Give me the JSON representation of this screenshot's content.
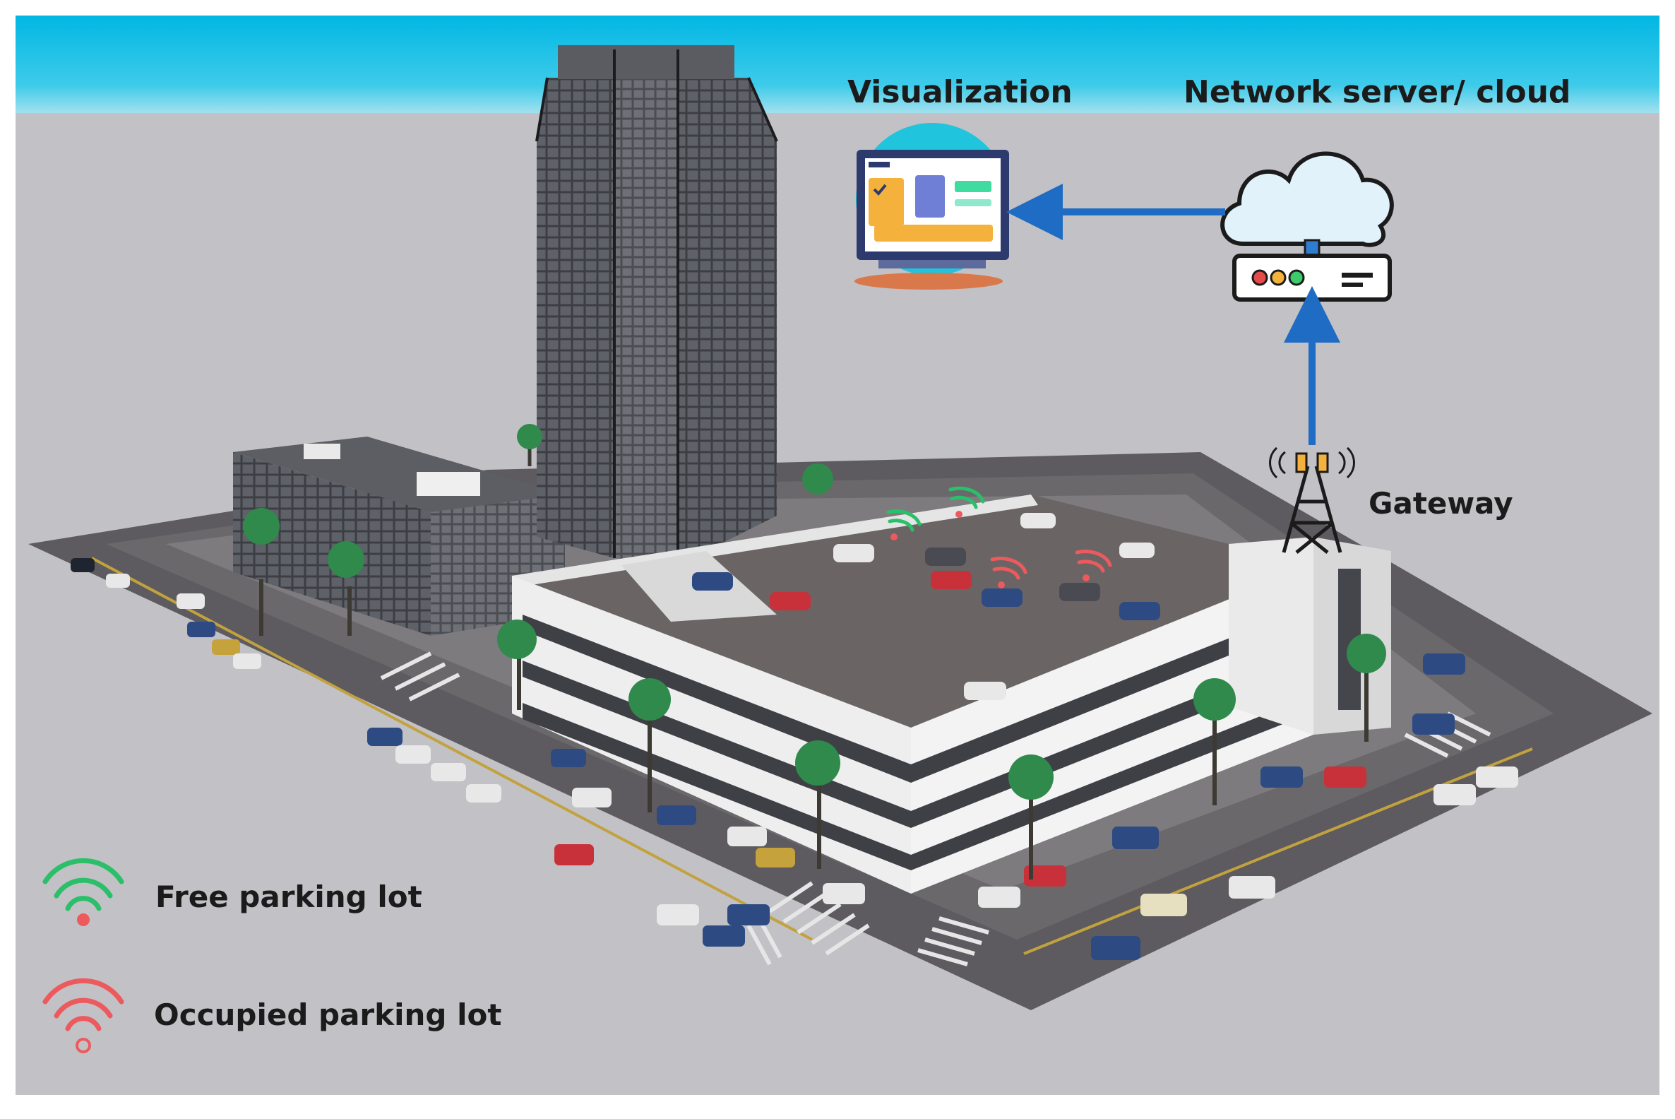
{
  "labels": {
    "visualization": "Visualization",
    "network_server": "Network server/ cloud",
    "gateway": "Gateway"
  },
  "legend": {
    "free": "Free parking lot",
    "occupied": "Occupied parking lot"
  },
  "colors": {
    "sky": "#00bde8",
    "ground": "#c2c1c5",
    "road": "#5d5b5f",
    "arrow": "#1f6cc4",
    "free_signal": "#2bbf6a",
    "occupied_signal": "#ec5a5e",
    "monitor_circle": "#20c4dc"
  },
  "icons": {
    "monitor": "dashboard-monitor-icon",
    "cloud": "cloud-server-icon",
    "tower": "gateway-tower-icon",
    "signal": "wifi-signal-icon"
  }
}
